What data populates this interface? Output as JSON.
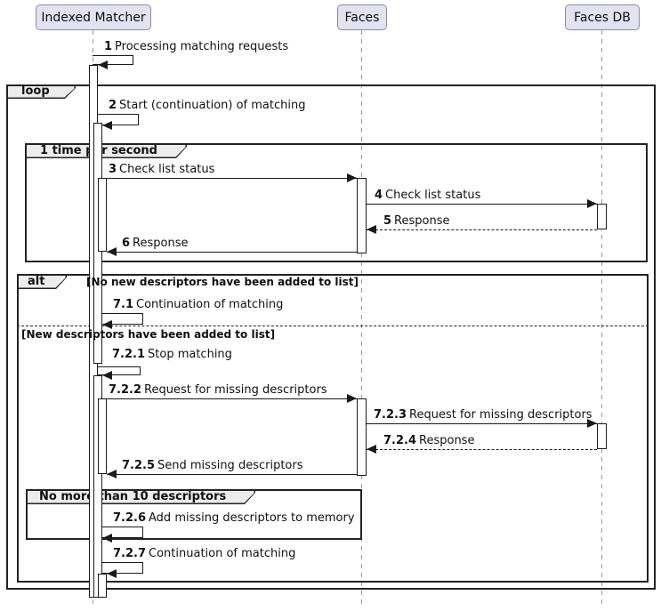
{
  "diagram_type": "uml-sequence",
  "participants": [
    {
      "name": "Indexed Matcher"
    },
    {
      "name": "Faces"
    },
    {
      "name": "Faces DB"
    }
  ],
  "fragments": {
    "loop": {
      "operator": "loop",
      "label": "loop"
    },
    "timer": {
      "operator": "loop",
      "label": "1 time per second"
    },
    "alt": {
      "operator": "alt",
      "label": "alt",
      "guard1": "[No new descriptors have been added to list]",
      "guard2": "[New descriptors have been added to list]"
    },
    "limit": {
      "operator": "group",
      "label": "No more than 10 descriptors"
    }
  },
  "messages": [
    {
      "num": "1",
      "text": "Processing matching requests",
      "from": "Indexed Matcher",
      "to": "Indexed Matcher",
      "style": "self"
    },
    {
      "num": "2",
      "text": "Start (continuation) of matching",
      "from": "Indexed Matcher",
      "to": "Indexed Matcher",
      "style": "self"
    },
    {
      "num": "3",
      "text": "Check list status",
      "from": "Indexed Matcher",
      "to": "Faces",
      "style": "solid"
    },
    {
      "num": "4",
      "text": "Check list status",
      "from": "Faces",
      "to": "Faces DB",
      "style": "solid"
    },
    {
      "num": "5",
      "text": "Response",
      "from": "Faces DB",
      "to": "Faces",
      "style": "dashed"
    },
    {
      "num": "6",
      "text": "Response",
      "from": "Faces",
      "to": "Indexed Matcher",
      "style": "solid"
    },
    {
      "num": "7.1",
      "text": "Continuation of matching",
      "from": "Indexed Matcher",
      "to": "Indexed Matcher",
      "style": "self"
    },
    {
      "num": "7.2.1",
      "text": "Stop matching",
      "from": "Indexed Matcher",
      "to": "Indexed Matcher",
      "style": "self"
    },
    {
      "num": "7.2.2",
      "text": "Request for missing descriptors",
      "from": "Indexed Matcher",
      "to": "Faces",
      "style": "solid"
    },
    {
      "num": "7.2.3",
      "text": "Request for missing descriptors",
      "from": "Faces",
      "to": "Faces DB",
      "style": "solid"
    },
    {
      "num": "7.2.4",
      "text": "Response",
      "from": "Faces DB",
      "to": "Faces",
      "style": "dashed"
    },
    {
      "num": "7.2.5",
      "text": "Send missing descriptors",
      "from": "Faces",
      "to": "Indexed Matcher",
      "style": "solid"
    },
    {
      "num": "7.2.6",
      "text": "Add missing descriptors to memory",
      "from": "Indexed Matcher",
      "to": "Indexed Matcher",
      "style": "self"
    },
    {
      "num": "7.2.7",
      "text": "Continuation of matching",
      "from": "Indexed Matcher",
      "to": "Indexed Matcher",
      "style": "self"
    }
  ],
  "colors": {
    "participant_fill": "#E2E2F0",
    "participant_border": "#8C8CA0",
    "fragment_border": "#232323",
    "fragment_label_fill": "#ECECEC",
    "line": "#1A1A1A",
    "lifeline": "#9A9A9A",
    "background": "#FFFFFF"
  }
}
